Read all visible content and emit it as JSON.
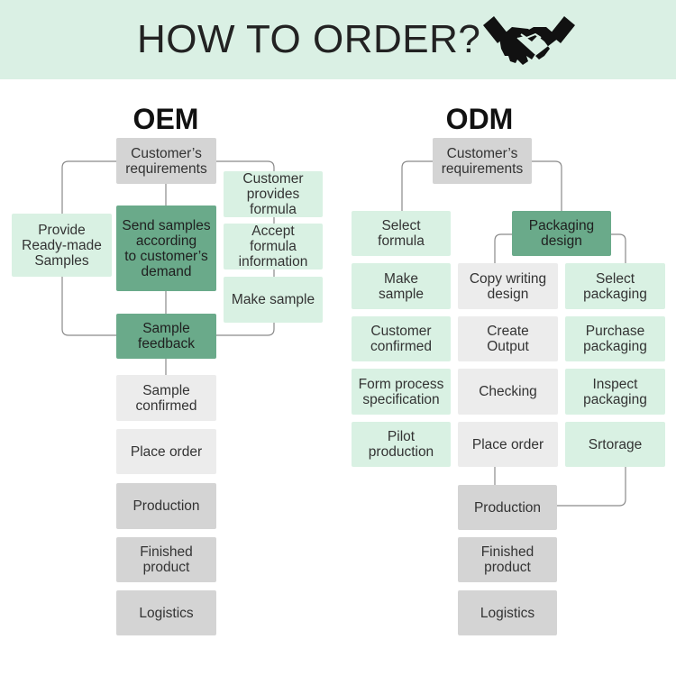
{
  "title": "HOW TO ORDER?",
  "oem": {
    "title": "OEM",
    "customer_req": "Customer’s\nrequirements",
    "provide_samples": "Provide\nReady-made\nSamples",
    "send_samples": "Send samples\naccording\nto customer’s\ndemand",
    "customer_formula": "Customer\nprovides\nformula",
    "accept_formula": "Accept\nformula\ninformation",
    "make_sample": "Make sample",
    "sample_feedback": "Sample\nfeedback",
    "sample_confirmed": "Sample\nconfirmed",
    "place_order": "Place order",
    "production": "Production",
    "finished": "Finished\nproduct",
    "logistics": "Logistics"
  },
  "odm": {
    "title": "ODM",
    "customer_req": "Customer’s\nrequirements",
    "select_formula": "Select\nformula",
    "make_sample": "Make\nsample",
    "customer_confirmed": "Customer\nconfirmed",
    "form_process": "Form process\nspecification",
    "pilot": "Pilot\nproduction",
    "packaging_design": "Packaging\ndesign",
    "copy_writing": "Copy writing\ndesign",
    "create_output": "Create\nOutput",
    "checking": "Checking",
    "place_order": "Place order",
    "select_packaging": "Select\npackaging",
    "purchase_packaging": "Purchase\npackaging",
    "inspect_packaging": "Inspect\npackaging",
    "storage": "Srtorage",
    "production": "Production",
    "finished": "Finished\nproduct",
    "logistics": "Logistics"
  },
  "colors": {
    "banner": "#daf0e4",
    "gray": "#d4d4d4",
    "light_gray": "#ececec",
    "mint": "#d9f1e3",
    "dark_green": "#6aaa8a",
    "connector": "#8a8a8a"
  },
  "icons": [
    "handshake-icon"
  ]
}
